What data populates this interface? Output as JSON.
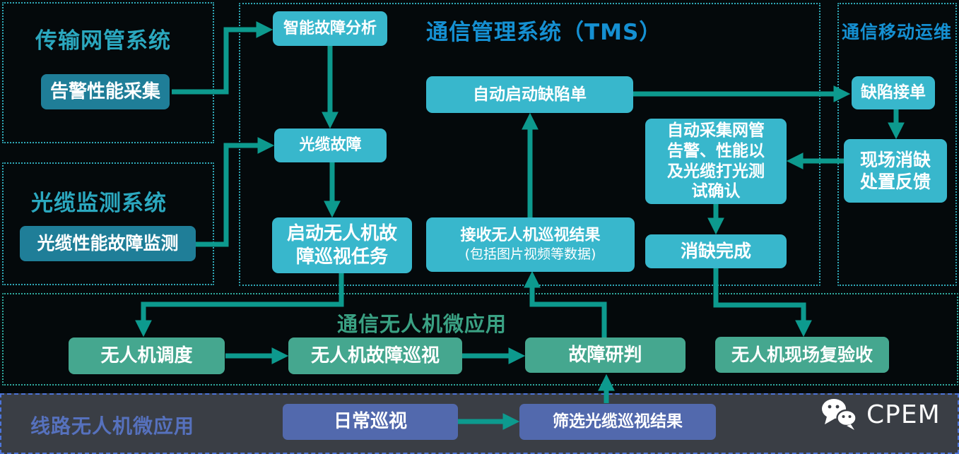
{
  "colors": {
    "bg": "#04090b",
    "cyan_box": "#38b7cc",
    "dark_teal_box": "#1f7e98",
    "green_box": "#45a78f",
    "purple_box": "#5269ad",
    "arrow": "#0d9a8e",
    "border_teal": "#2fa9b8",
    "border_green": "#2fa99e",
    "strip_bg": "#3a3e45",
    "strip_border": "#4d74d8",
    "title_teal": "#2ba8bf",
    "title_blue": "#1590d2",
    "title_green": "#3aa183",
    "title_purple": "#5671bd",
    "box_text": "#ffffff"
  },
  "transmission": {
    "title": "传输网管系统",
    "collect_box": "告警性能采集"
  },
  "cable_monitor": {
    "title": "光缆监测系统",
    "monitor_box": "光缆性能故障监测"
  },
  "tms": {
    "title": "通信管理系统（TMS）",
    "smart_analysis": "智能故障分析",
    "cable_fault": "光缆故障",
    "start_task": "启动无人机故\n障巡视任务",
    "auto_defect_ticket": "自动启动缺陷单",
    "receive_title": "接收无人机巡视结果",
    "receive_sub": "(包括图片视频等数据)",
    "auto_collect": "自动采集网管\n告警、性能以\n及光缆打光测\n试确认",
    "defect_cleared": "消缺完成"
  },
  "mobile_ops": {
    "title": "通信移动运维",
    "accept_ticket": "缺陷接单",
    "site_feedback": "现场消缺\n处置反馈"
  },
  "drone_app": {
    "title": "通信无人机微应用",
    "dispatch": "无人机调度",
    "fault_patrol": "无人机故障巡视",
    "fault_diagnosis": "故障研判",
    "site_recheck": "无人机现场复验收"
  },
  "line_app": {
    "title": "线路无人机微应用",
    "daily_patrol": "日常巡视",
    "filter_results": "筛选光缆巡视结果",
    "brand": "CPEM"
  }
}
